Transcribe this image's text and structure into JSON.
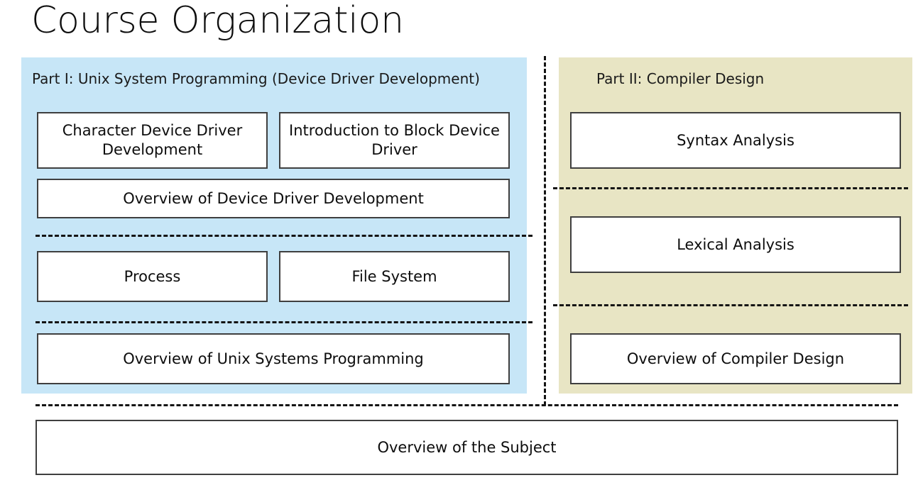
{
  "title": "Course Organization",
  "colors": {
    "panel_left_bg": "#c7e6f7",
    "panel_right_bg": "#e8e5c4",
    "box_border": "#3f3f3f",
    "box_bg": "#ffffff",
    "text": "#0d0d0d",
    "dash": "#141414",
    "page_bg": "#ffffff"
  },
  "panels": {
    "left": {
      "header": "Part I: Unix System Programming (Device Driver Development)",
      "boxes": {
        "character_device_driver": "Character Device Driver Development",
        "introduction_block_device": "Introduction to Block Device Driver",
        "overview_device_driver": "Overview of Device Driver Development",
        "process": "Process",
        "file_system": "File System",
        "overview_unix": "Overview of Unix Systems Programming"
      }
    },
    "right": {
      "header": "Part II: Compiler Design",
      "boxes": {
        "syntax_analysis": "Syntax Analysis",
        "lexical_analysis": "Lexical Analysis",
        "overview_compiler": "Overview of Compiler Design"
      }
    }
  },
  "footer": {
    "overview_subject": "Overview of the Subject"
  }
}
